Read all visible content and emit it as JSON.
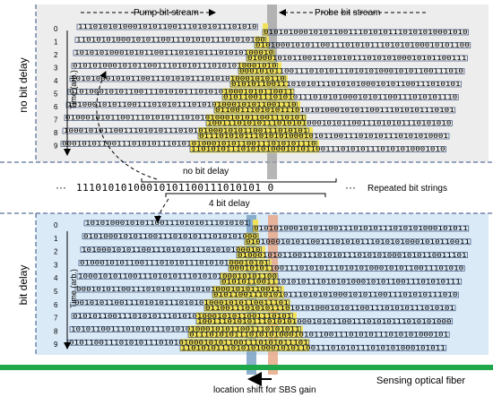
{
  "top_panel": {
    "side_label": "no bit delay",
    "pump_label": "Pump bit stream",
    "probe_label": "Probe bit stream",
    "time_label": "Time (arb.)",
    "row_numbers": [
      "0",
      "1",
      "2",
      "3",
      "4",
      "5",
      "6",
      "7",
      "8",
      "9"
    ]
  },
  "middle": {
    "bit_string": "11101010100010101100111010101 0",
    "no_delay_label": "no bit delay",
    "delay_label": "4 bit delay",
    "repeated_label": "Repeated bit strings",
    "ellipsis_left": "···",
    "ellipsis_right": "···"
  },
  "bottom_panel": {
    "side_label": "bit delay",
    "time_label": "Time (arb.)",
    "row_numbers": [
      "0",
      "1",
      "2",
      "3",
      "4",
      "5",
      "6",
      "7",
      "8",
      "9"
    ]
  },
  "footer": {
    "fiber_label": "Sensing optical fiber",
    "shift_label": "location shift for SBS gain"
  },
  "colors": {
    "top_bg": "#ededed",
    "bottom_bg": "#dbeaf7",
    "fiber": "#1fa84a",
    "highlight": "#f2e25a",
    "box_border": "#1f3864",
    "column_gray": "#9e9e9e",
    "column_blue": "#7ea6c8",
    "column_orange": "#e8a888"
  }
}
